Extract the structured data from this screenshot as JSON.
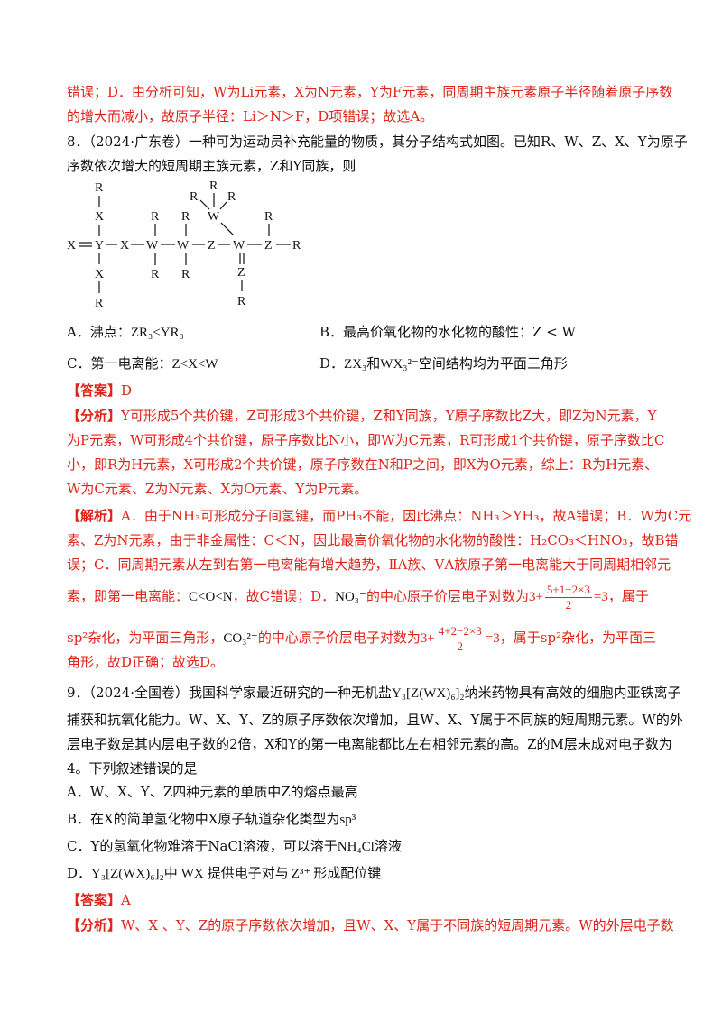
{
  "p0": {
    "l1": "错误；D．由分析可知，W为Li元素，X为N元素，Y为F元素，同周期主族元素原子半径随着原子序数",
    "l2": "的增大而减小，故原子半径：Li＞N＞F，D项错误；故选A。"
  },
  "q8": {
    "stem1": "8．（2024·广东卷）一种可为运动员补充能量的物质，其分子结构式如图。已知R、W、Z、X、Y为原子",
    "stem2": "序数依次增大的短周期主族元素，Z和Y同族，则",
    "molecule": {
      "R": "R",
      "X": "X",
      "Y": "Y",
      "W": "W",
      "Z": "Z"
    },
    "optA": {
      "label": "A．沸点：",
      "formula": "ZR₃<YR₃"
    },
    "optB": "B．最高价氧化物的水化物的酸性：Z < W",
    "optC": {
      "label": "C．第一电离能：",
      "formula": "Z<X<W"
    },
    "optD": {
      "label": "D．",
      "f1": "ZX₃",
      "and": "和",
      "f2": "WX₃²⁻",
      "tail": "空间结构均为平面三角形"
    },
    "answer_tag": "【答案】",
    "answer": "D",
    "analysis_tag": "【分析】",
    "analysis": [
      "Y可形成5个共价键，Z可形成3个共价键，Z和Y同族，Y原子序数比Z大，即Z为N元素，Y",
      "为P元素，W可形成4个共价键，原子序数比N小，即W为C元素，R可形成1个共价键，原子序数比C",
      "小，即R为H元素，X可形成2个共价键，原子序数在N和P之间，即X为O元素，综上：R为H元素、",
      "W为C元素、Z为N元素、X为O元素、Y为P元素。"
    ],
    "jiexi_tag": "【解析】",
    "jiexi": [
      "A．由于NH₃可形成分子间氢键，而PH₃不能，因此沸点：NH₃＞YH₃，故A错误；B．W为C元",
      "素、Z为N元素，由于非金属性：C＜N，因此最高价氧化物的水化物的酸性：H₂CO₃＜HNO₃，故B错",
      "误；C．同周期元素从左到右第一电离能有增大趋势，ⅡA族、ⅤA族原子第一电离能大于同周期相邻元",
      "素，即第一电离能：",
      "C<O<N",
      "，故C错误；D．",
      "NO₃⁻",
      "的中心原子价层电子对数为",
      "，属于",
      "sp²杂化，为平面三角形，",
      "CO₃²⁻",
      "的中心原子价层电子对数为",
      "，属于sp²杂化，为平面三",
      "角形，故D正确；故选D。"
    ],
    "frac1": {
      "pre": "3+",
      "num": "5+1−2×3",
      "den": "2",
      "post": "=3"
    },
    "frac2": {
      "pre": "3+",
      "num": "4+2−2×3",
      "den": "2",
      "post": "=3"
    }
  },
  "q9": {
    "stem1a": "9．（2024·全国卷）我国科学家最近研究的一种无机盐",
    "formula": "Y₃[Z(WX)₆]₂",
    "stem1b": "纳米药物具有高效的细胞内亚铁离子",
    "stem2": "捕获和抗氧化能力。W、X、Y、Z的原子序数依次增加，且W、X、Y属于不同族的短周期元素。W的外",
    "stem3": "层电子数是其内层电子数的2倍，X和Y的第一电离能都比左右相邻元素的高。Z的M层未成对电子数为",
    "stem4": "4。下列叙述错误的是",
    "optA": "A．W、X、Y、Z四种元素的单质中Z的熔点最高",
    "optB": {
      "text": "B．在X的简单氢化物中X原子轨道杂化类型为",
      "formula": "sp³"
    },
    "optC": {
      "text": "C．Y的氢氧化物难溶于NaCl溶液，可以溶于",
      "formula": "NH₄Cl",
      "tail": "溶液"
    },
    "optD": {
      "label": "D．",
      "formula": "Y₃[Z(WX)₆]₂",
      "mid": "中",
      "wx": "WX",
      "tail1": "提供电子对与",
      "z": "Z³⁺",
      "tail2": "形成配位键"
    },
    "answer_tag": "【答案】",
    "answer": "A",
    "analysis_tag": "【分析】",
    "analysis1": "W、X 、Y、Z的原子序数依次增加，且W、X、Y属于不同族的短周期元素。W的外层电子数"
  }
}
